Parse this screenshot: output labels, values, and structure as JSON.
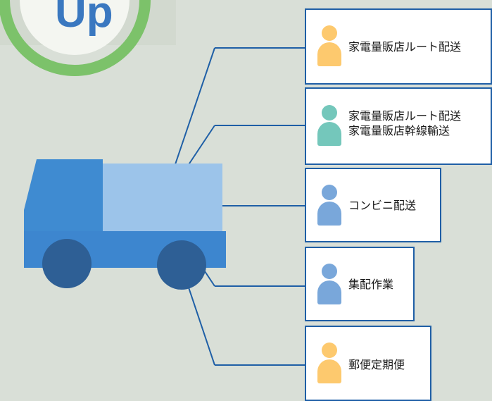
{
  "colors": {
    "background": "#d9dfd7",
    "connector": "#1f5fa6",
    "card_border": "#1f5fa6",
    "truck_cab": "#3f8bd1",
    "truck_cargo": "#9cc4ea",
    "truck_chassis": "#3d86cf",
    "wheel": "#2e5f95",
    "logo_ring": "#7cc26a",
    "logo_letter": "#3a78c0"
  },
  "services": [
    {
      "lines": [
        "家電量販店ルート配送"
      ],
      "person_color": "#fdc96e",
      "icon": "person-icon"
    },
    {
      "lines": [
        "家電量販店ルート配送",
        "家電量販店幹線輸送"
      ],
      "person_color": "#74c7bb",
      "icon": "person-icon"
    },
    {
      "lines": [
        "コンビニ配送"
      ],
      "person_color": "#79a7da",
      "icon": "person-icon"
    },
    {
      "lines": [
        "集配作業"
      ],
      "person_color": "#79a7da",
      "icon": "person-icon"
    },
    {
      "lines": [
        "郵便定期便"
      ],
      "person_color": "#fdc96e",
      "icon": "person-icon"
    }
  ],
  "truck": {
    "icon": "truck-icon"
  },
  "logo": {
    "icon": "logo-icon"
  }
}
